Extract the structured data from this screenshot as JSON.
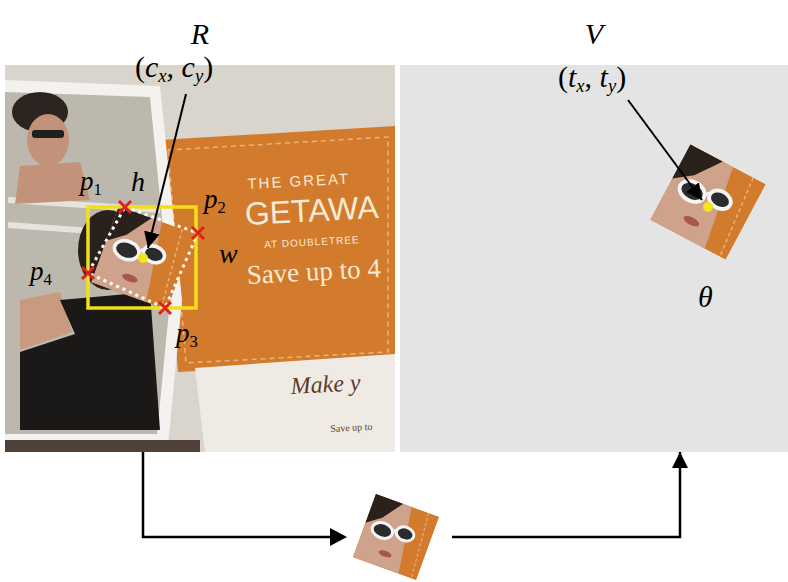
{
  "diagram": {
    "nodes": [
      {
        "text": [
          "R"
        ]
      },
      {
        "text": [
          "V"
        ]
      }
    ],
    "edges": [
      {
        "from": 0,
        "to": 1,
        "arrow": "to"
      }
    ],
    "labels": [
      "(cx, cy)",
      "p1",
      "h",
      "p2",
      "w",
      "p4",
      "p3",
      "(tx, ty)",
      "θ",
      "THE GREAT",
      "GETAWA",
      "AT DOUBLETREE",
      "Save up to 4",
      "Make y",
      "Save up to"
    ]
  }
}
